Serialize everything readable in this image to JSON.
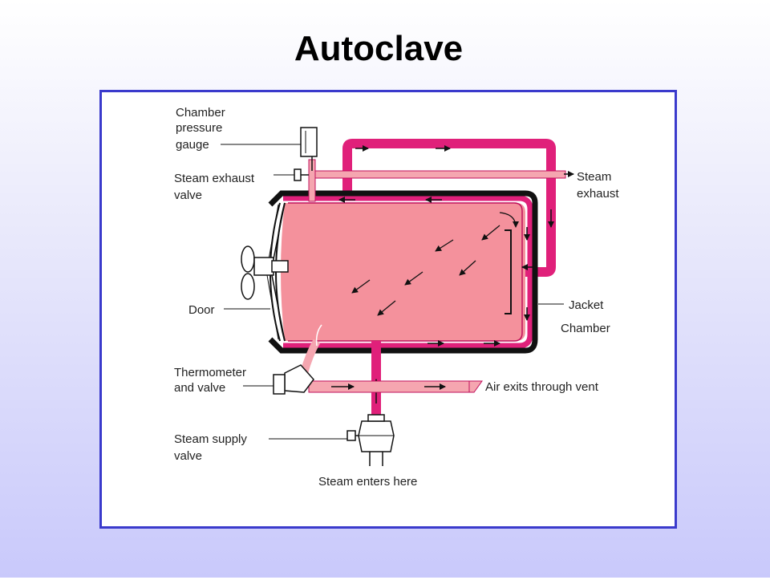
{
  "title": "Autoclave",
  "labels": {
    "chamber_gauge": [
      "Chamber",
      "pressure",
      "gauge"
    ],
    "exhaust_valve": [
      "Steam exhaust",
      "valve"
    ],
    "steam_exhaust": [
      "Steam",
      "exhaust"
    ],
    "door": "Door",
    "jacket": "Jacket",
    "chamber": "Chamber",
    "thermometer": [
      "Thermometer",
      "and valve"
    ],
    "air_exit": "Air exits through vent",
    "supply_valve": [
      "Steam supply",
      "valve"
    ],
    "steam_enters": "Steam enters here"
  },
  "colors": {
    "frame": "#3a3acc",
    "pipe": "#e0207a",
    "chamber_fill": "#f4919c",
    "light_pipe": "#f5a6b0",
    "wall": "#111111"
  }
}
